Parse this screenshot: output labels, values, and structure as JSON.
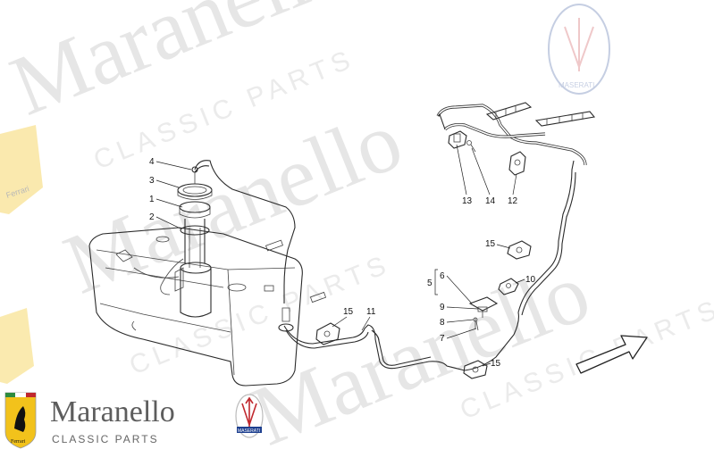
{
  "watermark": {
    "word": "Maranello",
    "sub": "CLASSIC PARTS",
    "brand_left": "Ferrari",
    "brand_right": "MASERATI",
    "tint": "#e6e6e6"
  },
  "logo": {
    "word": "Maranello",
    "sub": "CLASSIC PARTS",
    "ferrari_badge_text": "Ferrari",
    "maserati_badge_text": "MASERATI",
    "ferrari_yellow": "#f2c21b",
    "maserati_blue": "#1d3f8f",
    "maserati_red": "#c0282e"
  },
  "callouts": {
    "c1": "1",
    "c2": "2",
    "c3": "3",
    "c4": "4",
    "c5": "5",
    "c6": "6",
    "c7": "7",
    "c8": "8",
    "c9": "9",
    "c10": "10",
    "c11": "11",
    "c12": "12",
    "c13": "13",
    "c14": "14",
    "c15a": "15",
    "c15b": "15",
    "c15c": "15"
  },
  "arrow_icon": "direction-arrow-icon"
}
